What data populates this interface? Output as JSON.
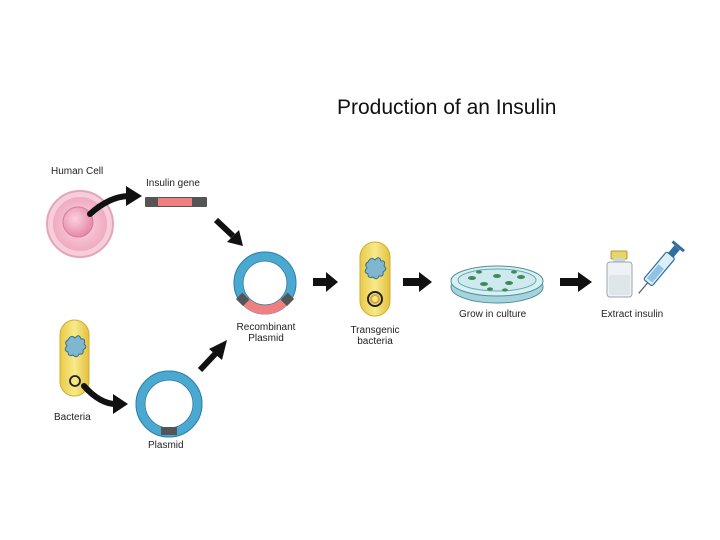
{
  "slide": {
    "title": "Production of an Insulin"
  },
  "labels": {
    "human_cell": "Human Cell",
    "insulin_gene": "Insulin gene",
    "recombinant_line1": "Recombinant",
    "recombinant_line2": "Plasmid",
    "transgenic_line1": "Transgenic",
    "transgenic_line2": "bacteria",
    "grow": "Grow in culture",
    "extract": "Extract insulin",
    "bacteria": "Bacteria",
    "plasmid": "Plasmid"
  },
  "icons": [
    "human-cell-icon",
    "insulin-gene-icon",
    "recombinant-plasmid-icon",
    "transgenic-bacterium-icon",
    "culture-dish-icon",
    "insulin-vial-icon",
    "syringe-icon",
    "bacterium-icon",
    "plasmid-icon",
    "arrow-icon"
  ],
  "colors": {
    "plasmid_ring": "#5bb3d6",
    "insulin_gene": "#e87a7a",
    "cell": "#f4b6c8",
    "bacterium": "#f2de6a",
    "dish": "#bfe3e8",
    "arrow": "#111111"
  }
}
